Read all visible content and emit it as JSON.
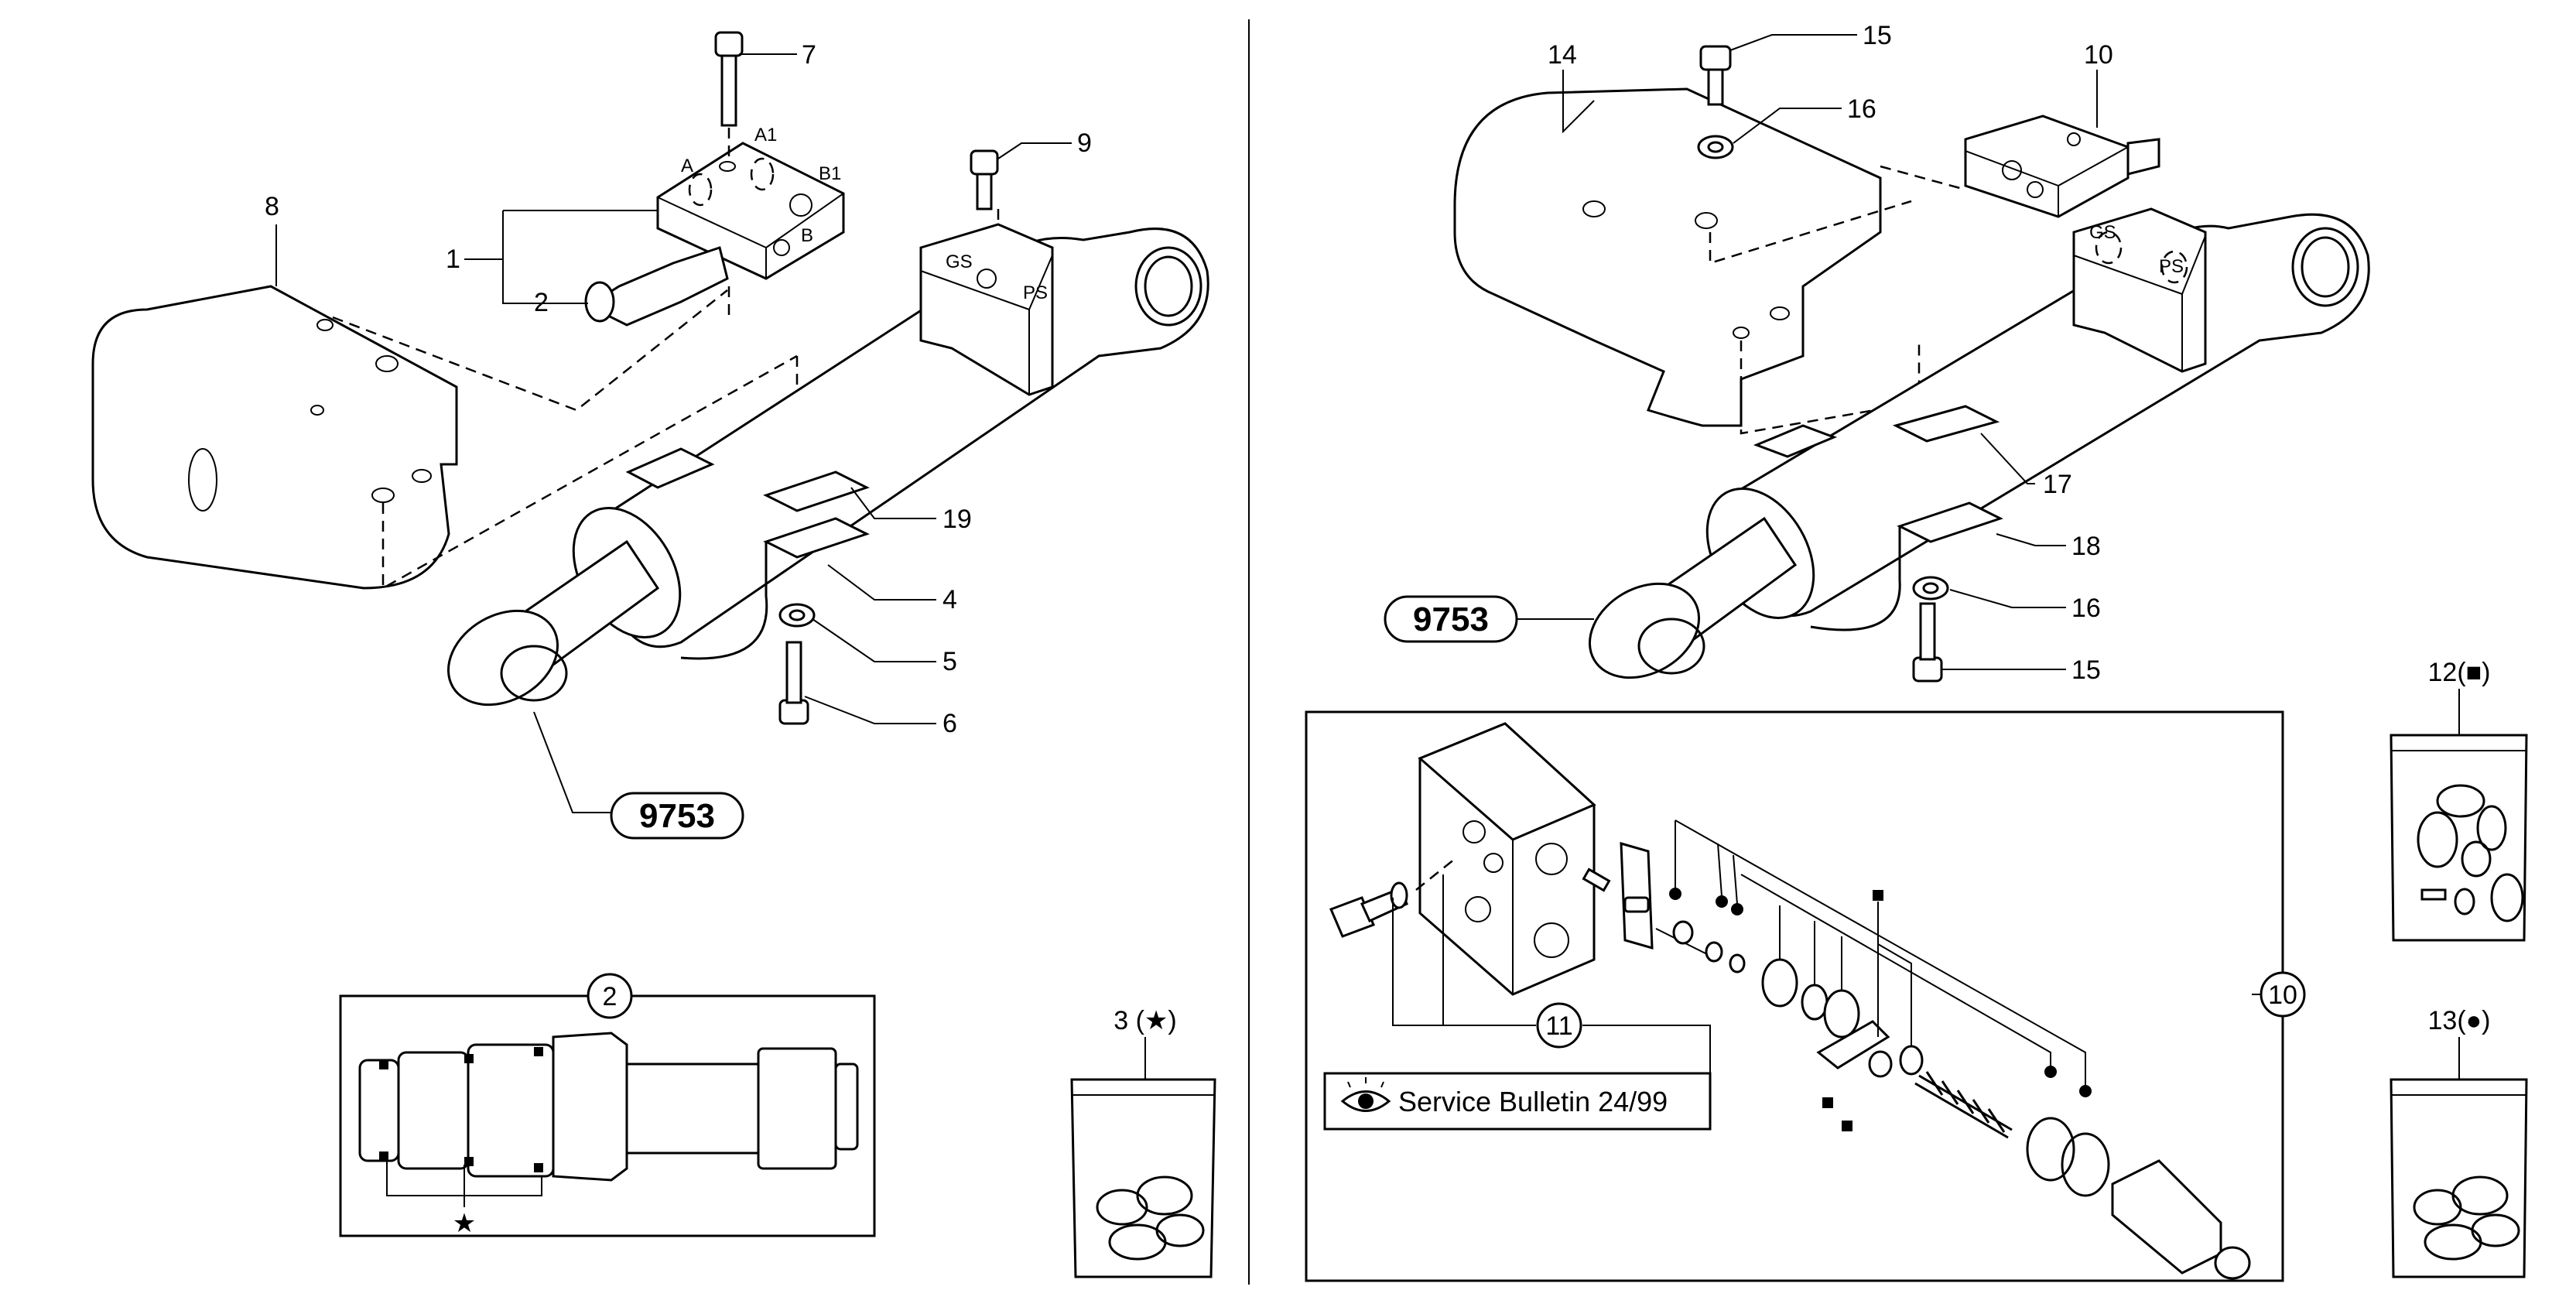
{
  "callouts": {
    "c1": "1",
    "c2": "2",
    "c3": "3 (★)",
    "c4": "4",
    "c5": "5",
    "c6": "6",
    "c7": "7",
    "c8": "8",
    "c9": "9",
    "c10": "10",
    "c10_box": "10",
    "c11": "11",
    "c12": "12(■)",
    "c13": "13(●)",
    "c14": "14",
    "c15_top": "15",
    "c15_bottom": "15",
    "c16_top": "16",
    "c16_bottom": "16",
    "c17": "17",
    "c18": "18",
    "c19": "19",
    "c2_detail": "2",
    "star_mark": "★"
  },
  "part_refs": {
    "left": "9753",
    "right": "9753"
  },
  "ports": {
    "a": "A",
    "a1": "A1",
    "b": "B",
    "b1": "B1",
    "gs_left": "GS",
    "ps_left": "PS",
    "gs_right": "GS",
    "ps_right": "PS"
  },
  "service_note": {
    "text": "Service Bulletin 24/99",
    "icon": "eye-icon"
  }
}
